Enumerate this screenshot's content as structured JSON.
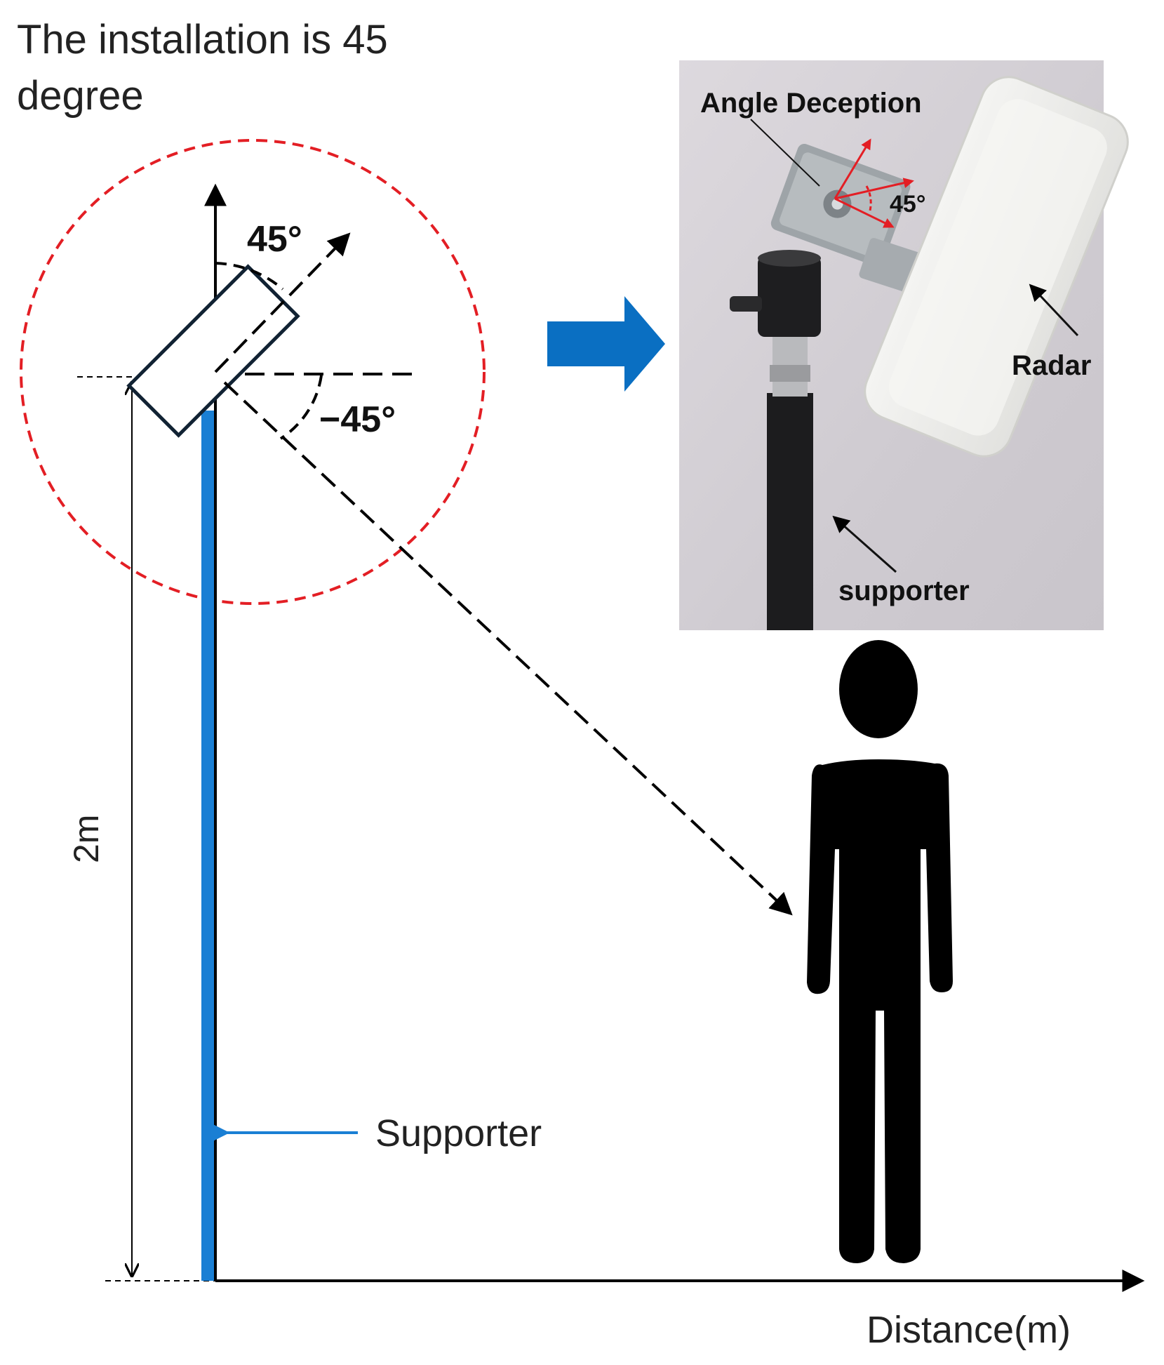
{
  "title": "The installation is 45 degree",
  "title_line1": "The installation is 45",
  "title_line2": "degree",
  "diagram": {
    "angle_up_label": "45°",
    "angle_down_label": "−45°",
    "height_label": "2m",
    "supporter_label": "Supporter",
    "x_axis_label": "Distance(m)"
  },
  "photo": {
    "angle_label": "Angle Deception",
    "angle_value": "45°",
    "radar_label": "Radar",
    "supporter_label": "supporter"
  },
  "colors": {
    "circle": "#e31e24",
    "pole": "#1a7fd4",
    "arrow_big": "#0a6fc2",
    "figure": "#000000",
    "photo_bg": "#d4d1d6"
  },
  "icons": {
    "transition_arrow": "right-arrow-icon",
    "person": "person-silhouette-icon"
  }
}
